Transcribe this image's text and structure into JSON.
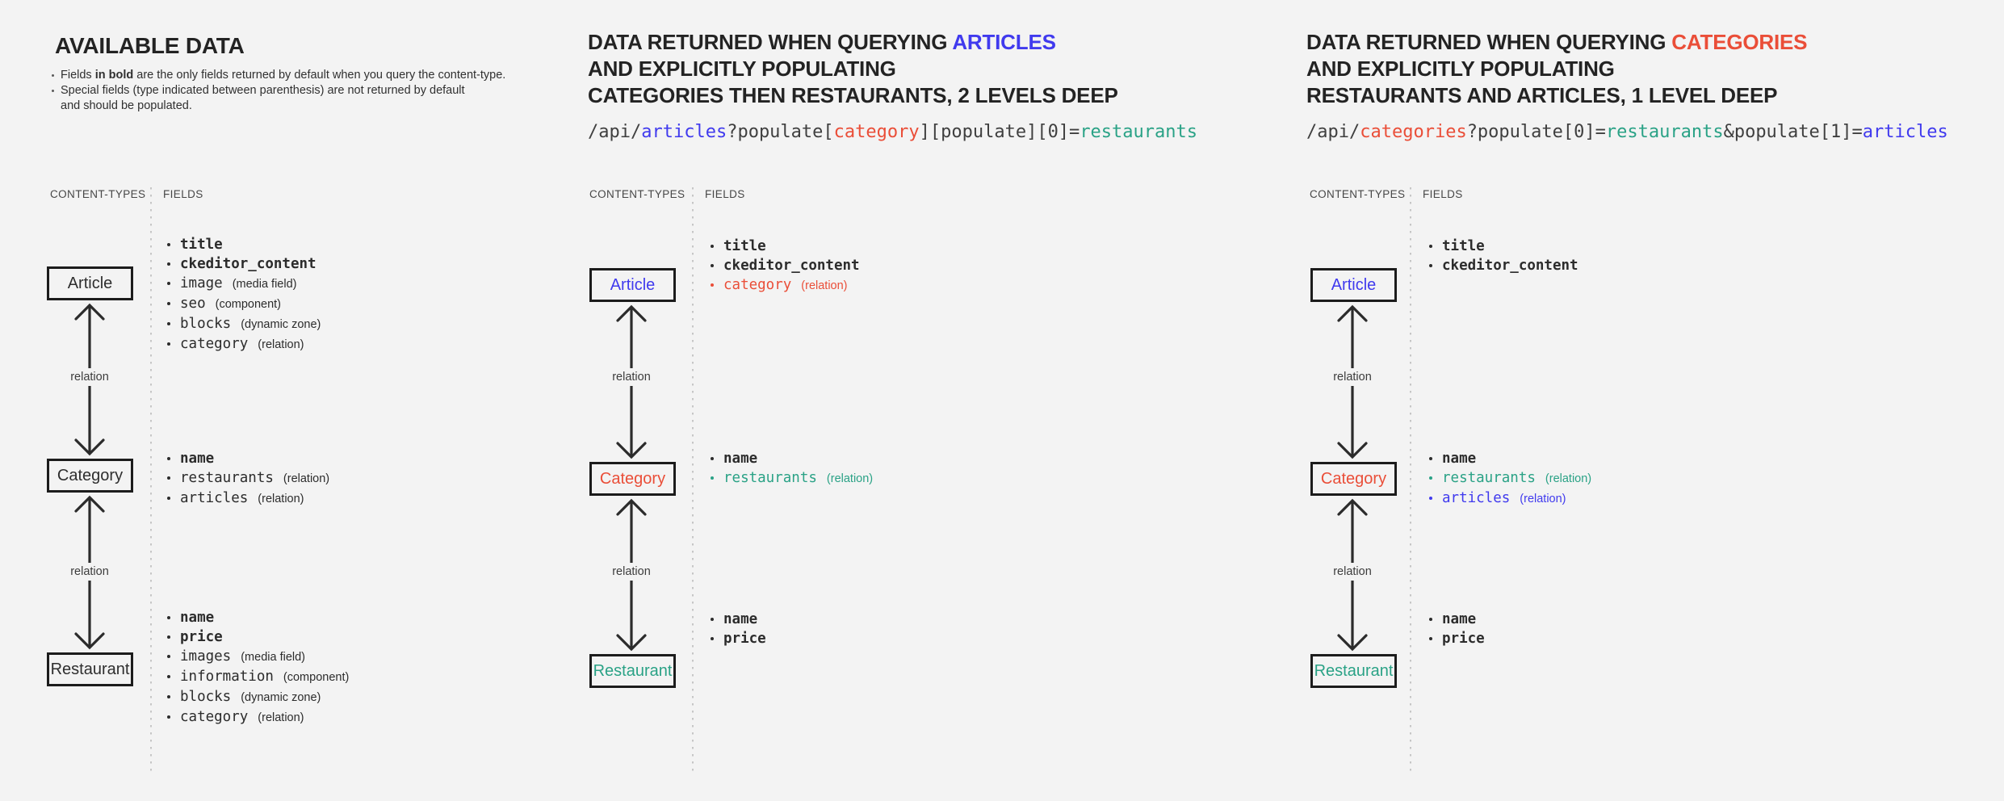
{
  "palette": {
    "blue": "#403aee",
    "red": "#ea4e38",
    "teal": "#2aa286",
    "ink": "#232323"
  },
  "shared": {
    "content_types_header": "CONTENT-TYPES",
    "fields_header": "FIELDS",
    "relation_label": "relation"
  },
  "panel_available": {
    "title": "AVAILABLE DATA",
    "notes": {
      "n1_pre": "Fields ",
      "n1_bold": "in bold",
      "n1_post": " are the only fields returned by default when you query the content-type.",
      "n2_line1": "Special fields (type indicated between parenthesis) are not returned by default",
      "n2_line2": "and should be populated."
    },
    "boxes": {
      "article": "Article",
      "category": "Category",
      "restaurant": "Restaurant"
    },
    "article_fields": [
      {
        "name": "title",
        "default": true
      },
      {
        "name": "ckeditor_content",
        "default": true
      },
      {
        "name": "image",
        "ann": "(media field)"
      },
      {
        "name": "seo",
        "ann": "(component)"
      },
      {
        "name": "blocks",
        "ann": "(dynamic zone)"
      },
      {
        "name": "category",
        "ann": "(relation)"
      }
    ],
    "category_fields": [
      {
        "name": "name",
        "default": true
      },
      {
        "name": "restaurants",
        "ann": "(relation)"
      },
      {
        "name": "articles",
        "ann": "(relation)"
      }
    ],
    "restaurant_fields": [
      {
        "name": "name",
        "default": true
      },
      {
        "name": "price",
        "default": true
      },
      {
        "name": "images",
        "ann": "(media field)"
      },
      {
        "name": "information",
        "ann": "(component)"
      },
      {
        "name": "blocks",
        "ann": "(dynamic zone)"
      },
      {
        "name": "category",
        "ann": "(relation)"
      }
    ]
  },
  "panel_articles": {
    "title": {
      "l1_dark": "DATA RETURNED WHEN QUERYING ",
      "l1_accent": "ARTICLES",
      "l2": "AND EXPLICITLY POPULATING",
      "l3": "CATEGORIES THEN RESTAURANTS, 2 LEVELS DEEP"
    },
    "url": {
      "s1": "/api/",
      "s2": "articles",
      "s3": "?populate[",
      "s4": "category",
      "s5": "][populate][0]=",
      "s6": "restaurants"
    },
    "boxes": {
      "article": "Article",
      "category": "Category",
      "restaurant": "Restaurant"
    },
    "article_fields": [
      {
        "name": "title",
        "default": true
      },
      {
        "name": "ckeditor_content",
        "default": true
      },
      {
        "name": "category",
        "ann": "(relation)",
        "color": "red"
      }
    ],
    "category_fields": [
      {
        "name": "name",
        "default": true
      },
      {
        "name": "restaurants",
        "ann": "(relation)",
        "color": "teal"
      }
    ],
    "restaurant_fields": [
      {
        "name": "name",
        "default": true
      },
      {
        "name": "price",
        "default": true
      }
    ]
  },
  "panel_categories": {
    "title": {
      "l1_dark": "DATA RETURNED WHEN QUERYING ",
      "l1_accent": "CATEGORIES",
      "l2": "AND EXPLICITLY POPULATING",
      "l3": "RESTAURANTS AND ARTICLES, 1 LEVEL DEEP"
    },
    "url": {
      "s1": "/api/",
      "s2": "categories",
      "s3": "?populate[0]=",
      "s4": "restaurants",
      "s5": "&populate[1]=",
      "s6": "articles"
    },
    "boxes": {
      "article": "Article",
      "category": "Category",
      "restaurant": "Restaurant"
    },
    "article_fields": [
      {
        "name": "title",
        "default": true
      },
      {
        "name": "ckeditor_content",
        "default": true
      }
    ],
    "category_fields": [
      {
        "name": "name",
        "default": true
      },
      {
        "name": "restaurants",
        "ann": "(relation)",
        "color": "teal"
      },
      {
        "name": "articles",
        "ann": "(relation)",
        "color": "blue"
      }
    ],
    "restaurant_fields": [
      {
        "name": "name",
        "default": true
      },
      {
        "name": "price",
        "default": true
      }
    ]
  }
}
